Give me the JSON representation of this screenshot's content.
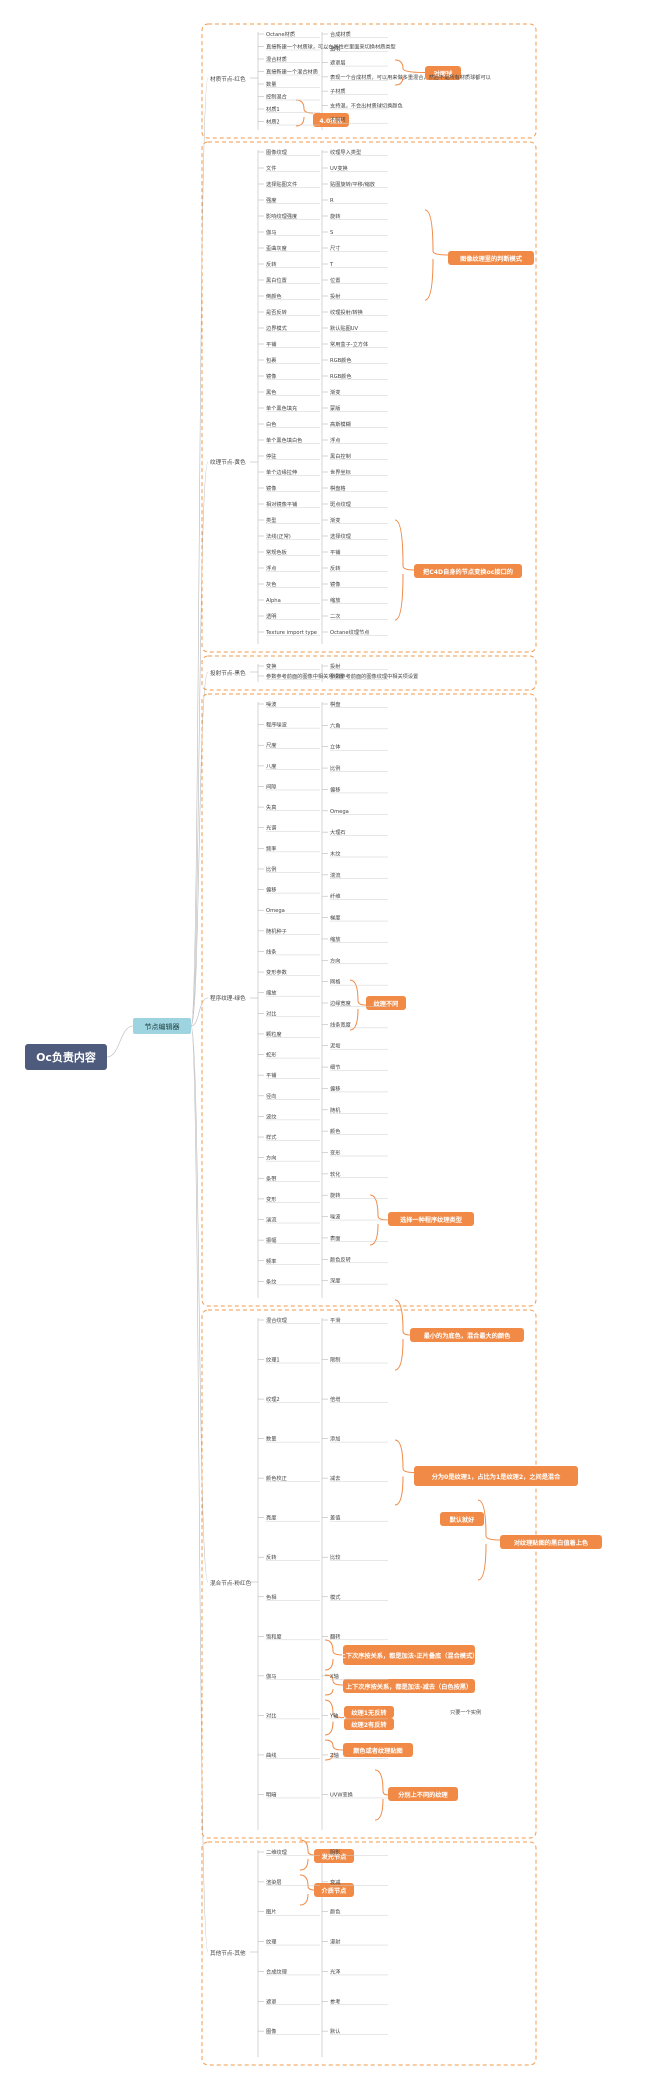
{
  "root": {
    "label": "Oc负责内容"
  },
  "hub": {
    "label": "节点编辑器"
  },
  "groups": [
    {
      "label": "材质节点-红色",
      "items": [
        "Octane材质",
        "直接新建一个材质球，可以在属性栏里面来切换材质类型",
        "混合材质",
        "直接新建一个混合材质",
        "数量",
        "控制混合",
        "材质1",
        "材质2",
        "合成材质",
        "透明",
        "遮罩层",
        "表现一个合成材质，可以用来做多重混合，然后不是所有材质球都可以",
        "子材质",
        "支持混，不会出材质球切换颜色",
        "不同转"
      ]
    },
    {
      "label": "纹理节点-黄色",
      "items": [
        "图像纹理",
        "文件",
        "选择贴图文件",
        "强度",
        "影响纹理强度",
        "伽马",
        "歪曲灰度",
        "反转",
        "黑白位置",
        "倒颜色",
        "是否反转",
        "边界模式",
        "平铺",
        "包裹",
        "镜像",
        "黑色",
        "单个黑色填充",
        "白色",
        "单个黑色填白色",
        "停驻",
        "单个边缘拉伸",
        "镜像",
        "相对镜像平铺",
        "类型",
        "法线(正常)",
        "常规色板",
        "浮点",
        "灰色",
        "Alpha",
        "透明",
        "Texture import type",
        "纹理导入类型",
        "UV变换",
        "贴图旋转/平移/缩放",
        "R",
        "旋转",
        "S",
        "尺寸",
        "T",
        "位置",
        "投射",
        "纹理投射/转换",
        "默认贴图UV",
        "常用盒子-立方体",
        "RGB颜色",
        "RGB颜色",
        "渐变",
        "蒙版",
        "高斯模糊",
        "浮点",
        "黑白控制",
        "世界坐标",
        "棋盘格",
        "斑点纹理",
        "渐变",
        "选择纹理",
        "平铺",
        "反转",
        "镜像",
        "缩放",
        "二次",
        "Octane纹理节点"
      ]
    },
    {
      "label": "投射节点-黑色",
      "items": [
        "变换",
        "参数参考前面的图像中相关项设置",
        "投射",
        "参数参考前面的图像纹理中相关项设置"
      ]
    },
    {
      "label": "程序纹理-绿色",
      "items": [
        "噪波",
        "程序噪波",
        "尺度",
        "八度",
        "间隙",
        "失真",
        "光谱",
        "频率",
        "比例",
        "偏移",
        "Omega",
        "随机种子",
        "线条",
        "变形参数",
        "缩放",
        "对比",
        "颗粒度",
        "蛇形",
        "平铺",
        "径向",
        "波纹",
        "样式",
        "方向",
        "条带",
        "变形",
        "湍流",
        "振幅",
        "频率",
        "条纹",
        "棋盘",
        "六角",
        "立体",
        "比例",
        "偏移",
        "Omega",
        "大理石",
        "木纹",
        "湍流",
        "纤维",
        "梯度",
        "缩放",
        "方向",
        "网格",
        "边缘宽度",
        "线条宽度",
        "泥垢",
        "细节",
        "偏移",
        "随机",
        "颜色",
        "变形",
        "软化",
        "旋转",
        "噪波",
        "表面",
        "颜色反转",
        "深度"
      ]
    },
    {
      "label": "混合节点-粉红色",
      "items": [
        "混合纹理",
        "纹理1",
        "纹理2",
        "数量",
        "颜色校正",
        "亮度",
        "反转",
        "色相",
        "饱和度",
        "伽马",
        "对比",
        "曲线",
        "明暗",
        "平滑",
        "限制",
        "倍增",
        "添加",
        "减去",
        "差值",
        "比较",
        "模式",
        "翻转",
        "X轴",
        "Y轴",
        "Z轴",
        "UVW变换"
      ]
    },
    {
      "label": "其他节点-其他",
      "items": [
        "二维纹理",
        "渲染层",
        "图片",
        "纹理",
        "合成纹理",
        "遮罩",
        "图像",
        "阴影",
        "衰减",
        "颜色",
        "漫射",
        "光泽",
        "参考",
        "默认"
      ]
    }
  ],
  "callouts": [
    "对面球",
    "4.0特有",
    "图像纹理里的判断模式",
    "把C4D自身的节点变换oc接口的",
    "纹理不同",
    "选择一种程序纹理类型",
    "最小的为底色，混合最大的颜色",
    "分为0是纹理1，占比为1是纹理2，之间是混合",
    "默认就好",
    "对纹理贴图的黑白值着上色",
    "上下次序按关系，都是加法-正片叠底（混合模式）",
    "上下次序按关系，都是加法-减去（白色按黑）",
    "纹理1无反转",
    "纹理2有反转",
    "只要一个实例",
    "颜色或者纹理贴图",
    "分别上不同的纹理",
    "发光节点",
    "介质节点"
  ]
}
